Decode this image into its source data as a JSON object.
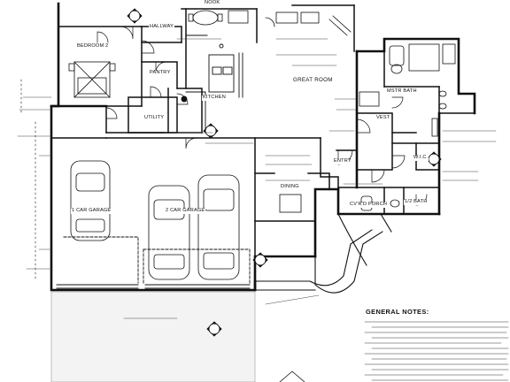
{
  "rooms": {
    "nook": "NOOK",
    "hallway": "HALLWAY",
    "bedroom2": "BEDROOM 2",
    "pantry": "PANTRY",
    "kitchen": "KITCHEN",
    "utility": "UTILITY",
    "great_room": "GREAT ROOM",
    "mstr_bath": "MSTR BATH",
    "vest": "VEST",
    "wic": "W.I.C.",
    "entry": "ENTRY",
    "dining": "DINING",
    "garage1": "1 CAR GARAGE",
    "garage2": "2 CAR GARAGE",
    "porch": "CV'R'D PORCH",
    "half_bath": "1/2 BATH"
  },
  "notes": {
    "heading": "GENERAL NOTES:"
  }
}
